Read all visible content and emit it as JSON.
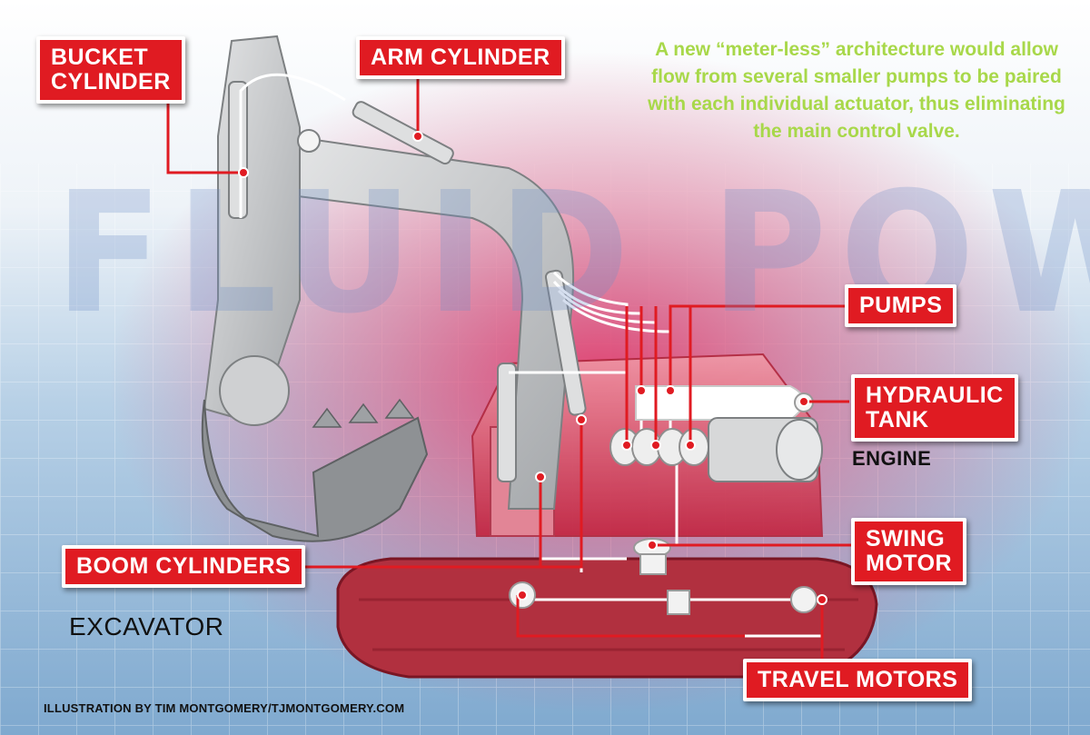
{
  "watermark": "FLUID POWER",
  "note": "A new “meter-less” architecture would allow flow from several smaller pumps to be paired with each individual actuator, thus eliminating the main control valve.",
  "callouts": {
    "bucket_cylinder": "BUCKET\nCYLINDER",
    "arm_cylinder": "ARM CYLINDER",
    "pumps": "PUMPS",
    "hydraulic_tank": "HYDRAULIC\nTANK",
    "swing_motor": "SWING\nMOTOR",
    "boom_cylinders": "BOOM CYLINDERS",
    "travel_motors": "TRAVEL MOTORS"
  },
  "labels": {
    "engine": "ENGINE",
    "excavator": "EXCAVATOR",
    "credit": "ILLUSTRATION BY TIM MONTGOMERY/TJMONTGOMERY.COM"
  },
  "colors": {
    "callout_red": "#e01b22",
    "note_green": "#a8d84a",
    "machine_gray": "#b9bbbd",
    "machine_red": "#d9324a"
  }
}
